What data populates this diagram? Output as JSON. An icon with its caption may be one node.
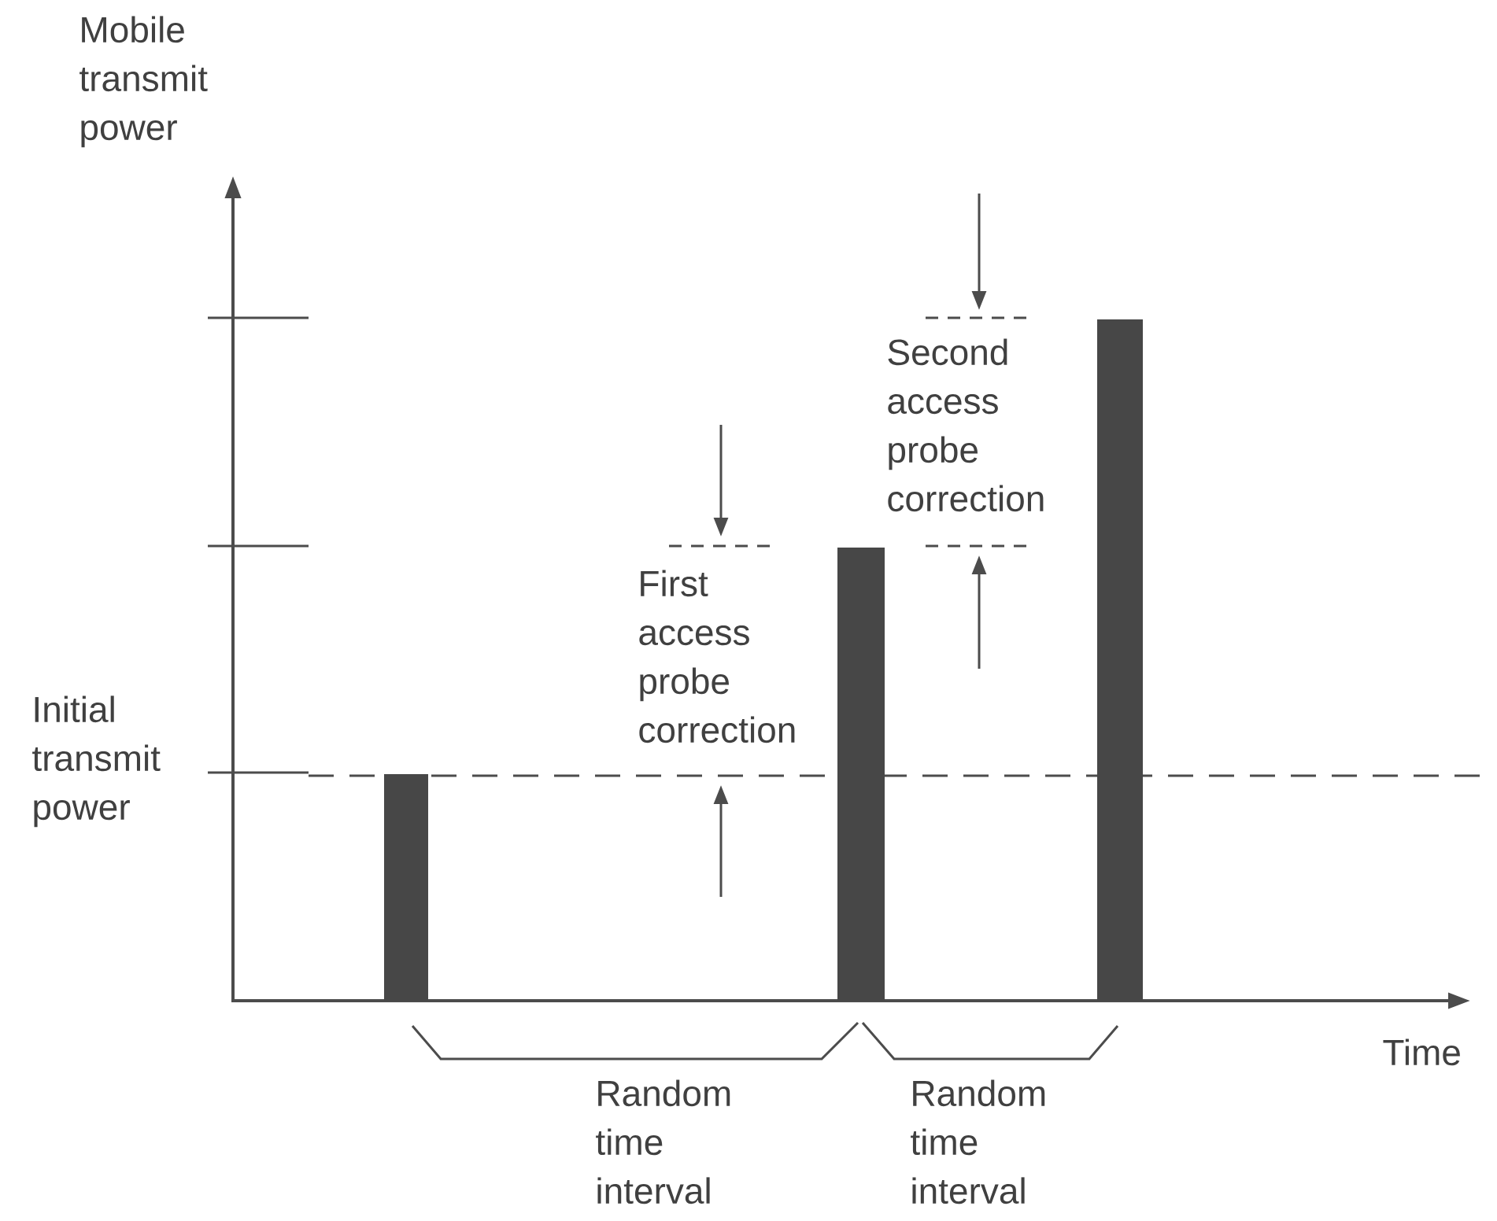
{
  "diagram": {
    "nodes": [
      {
        "text": [],
        "shape": "bar"
      },
      {
        "text": [],
        "shape": "bar"
      },
      {
        "text": [],
        "shape": "bar"
      }
    ],
    "labels": [
      "Mobile transmit power",
      "Initial transmit power",
      "First access probe correction",
      "Second access probe correction",
      "Time",
      "Random time interval",
      "Random time interval"
    ]
  }
}
